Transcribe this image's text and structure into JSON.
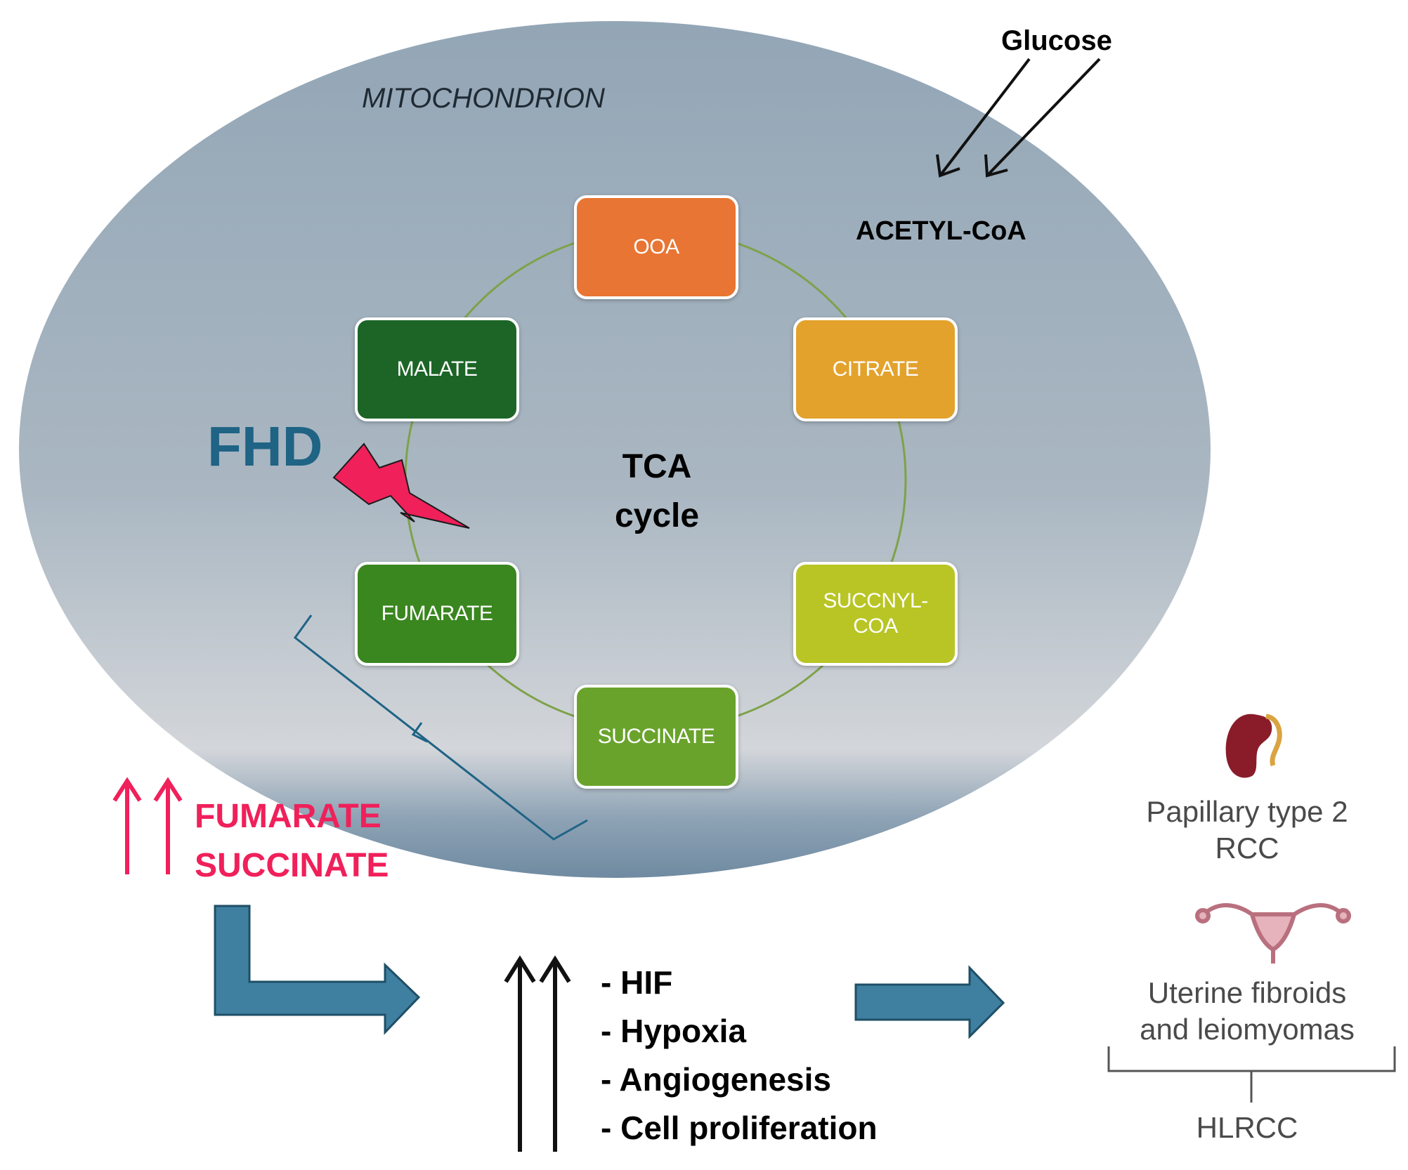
{
  "labels": {
    "mitochondrion": "MITOCHONDRION",
    "glucose": "Glucose",
    "acetyl_coa": "ACETYL-CoA",
    "tca_line1": "TCA",
    "tca_line2": "cycle",
    "fhd": "FHD"
  },
  "cycle_nodes": {
    "ooa": {
      "label": "OOA",
      "color": "#e87533"
    },
    "citrate": {
      "label": "CITRATE",
      "color": "#e3a22c"
    },
    "succinyl_coa": {
      "label_line1": "SUCCNYL-",
      "label_line2": "COA",
      "color": "#b8c524"
    },
    "succinate": {
      "label": "SUCCINATE",
      "color": "#6aa32c"
    },
    "fumarate": {
      "label": "FUMARATE",
      "color": "#3a861f"
    },
    "malate": {
      "label": "MALATE",
      "color": "#1c6526"
    }
  },
  "elevated": {
    "arrows": "↑↑",
    "line1": "FUMARATE",
    "line2": "SUCCINATE",
    "color": "#f0205a"
  },
  "effects": [
    "- HIF",
    "- Hypoxia",
    "- Angiogenesis",
    "- Cell proliferation"
  ],
  "diseases": {
    "rcc_line1": "Papillary type 2",
    "rcc_line2": "RCC",
    "uf_line1": "Uterine fibroids",
    "uf_line2": "and leiomyomas",
    "hlrcc": "HLRCC"
  },
  "colors": {
    "big_arrow": "#3f7fa0",
    "fhd_text": "#1f6385",
    "lightning": "#f0205a"
  },
  "icons": [
    "kidney-icon",
    "uterus-icon",
    "lightning-bolt-icon"
  ]
}
